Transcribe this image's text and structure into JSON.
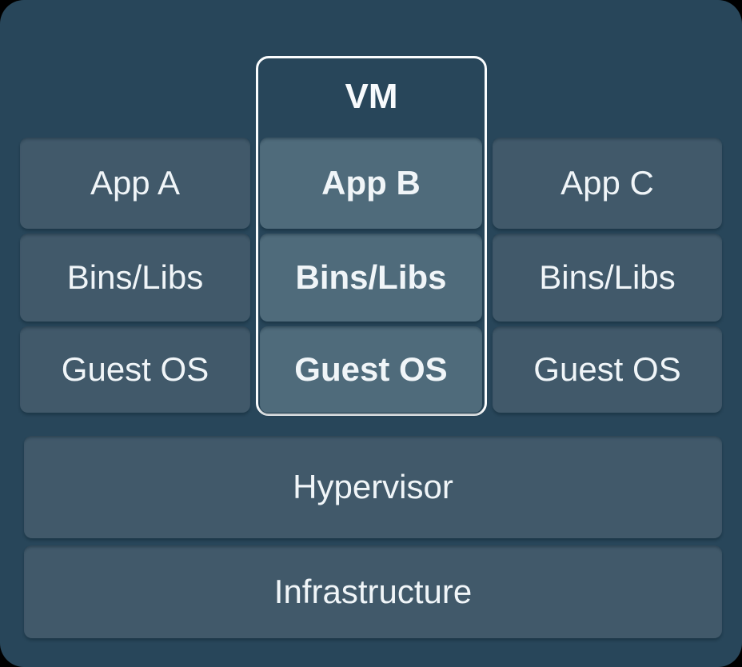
{
  "vm": {
    "label": "VM"
  },
  "columns": [
    {
      "name": "column-a",
      "highlighted": false,
      "cells": [
        "App A",
        "Bins/Libs",
        "Guest OS"
      ]
    },
    {
      "name": "column-b-vm",
      "highlighted": true,
      "cells": [
        "App B",
        "Bins/Libs",
        "Guest OS"
      ]
    },
    {
      "name": "column-c",
      "highlighted": false,
      "cells": [
        "App C",
        "Bins/Libs",
        "Guest OS"
      ]
    }
  ],
  "layers": [
    {
      "label": "Hypervisor"
    },
    {
      "label": "Infrastructure"
    }
  ],
  "colors": {
    "canvas": "#000000",
    "panel_background": "#28465a",
    "cell_background": "#41596a",
    "vm_cell_background": "#4f6b7b",
    "vm_outline": "#fbfdfe",
    "text": "#f0f5f8"
  }
}
